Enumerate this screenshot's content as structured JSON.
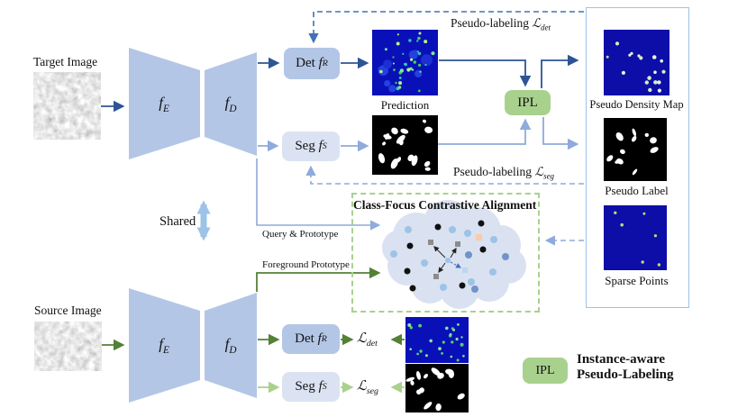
{
  "colors": {
    "dark_blue": "#2e5496",
    "light_blue": "#8faadc",
    "dashed_blue": "#4470b8",
    "pale_blue_fill": "#b3c6e6",
    "paler_blue_fill": "#dbe3f3",
    "green_fill": "#a9d18e",
    "dark_green": "#538135",
    "light_green": "#a9d18e",
    "cloud_fill": "#dae1f1",
    "panel_border": "#9dc3e6",
    "navy_image": "#0a10b8"
  },
  "top_branch": {
    "input_label": "Target Image",
    "encoder": {
      "base": "f",
      "sub": "E"
    },
    "decoder": {
      "base": "f",
      "sub": "D"
    },
    "det_head": {
      "name": "Det",
      "base": "f",
      "sub": "R"
    },
    "seg_head": {
      "name": "Seg",
      "base": "f",
      "sub": "S"
    },
    "prediction_caption": "Prediction",
    "ipl_label": "IPL",
    "pseudo_labeling_det": {
      "text": "Pseudo-labeling",
      "loss": "ℒ",
      "loss_sub": "det"
    },
    "pseudo_labeling_seg": {
      "text": "Pseudo-labeling",
      "loss": "ℒ",
      "loss_sub": "seg"
    }
  },
  "right_panel": {
    "captions": [
      "Pseudo Density Map",
      "Pseudo Label",
      "Sparse Points"
    ]
  },
  "middle": {
    "shared_label": "Shared",
    "query_prototype_label": "Query & Prototype",
    "foreground_prototype_label": "Foreground Prototype",
    "cca_title": "Class-Focus Contrastive Alignment"
  },
  "bottom_branch": {
    "input_label": "Source Image",
    "encoder": {
      "base": "f",
      "sub": "E"
    },
    "decoder": {
      "base": "f",
      "sub": "D"
    },
    "det_head": {
      "name": "Det",
      "base": "f",
      "sub": "R"
    },
    "seg_head": {
      "name": "Seg",
      "base": "f",
      "sub": "S"
    },
    "loss_det": {
      "base": "ℒ",
      "sub": "det"
    },
    "loss_seg": {
      "base": "ℒ",
      "sub": "seg"
    }
  },
  "legend": {
    "ipl_label": "IPL",
    "line1": "Instance-aware",
    "line2": "Pseudo-Labeling"
  }
}
